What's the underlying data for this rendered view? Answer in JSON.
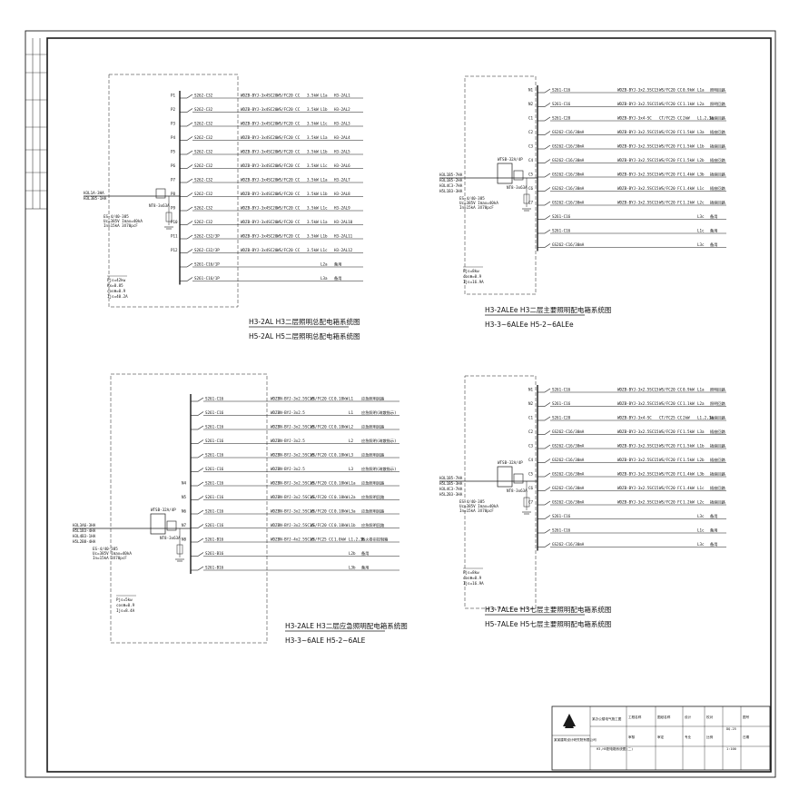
{
  "panels": {
    "tl": {
      "title1": "H3-2AL  H3二层照明总配电箱系统图",
      "title2": "H5-2AL  H5二层照明总配电箱系统图",
      "breaker_main": "NT8-3x63A",
      "spd": "ES-4/40-385",
      "spd_detail": "Uc=385V Imax=40kA",
      "spd_detail2": "In=15kA  3X70pcF",
      "params": [
        "Pjs=42kw",
        "Kx=0.85",
        "cosΦ=0.9",
        "Ijs=40.2A"
      ],
      "incoming": [
        "H3L1A-3HA",
        "H3L3B5-1HA"
      ],
      "feeders": [
        {
          "id": "P1",
          "breaker": "S262-C32",
          "cable": "WDZB-BYJ-3x4SC20",
          "route": "WS/FC20 CC",
          "power": "3.5kW",
          "phase": "L1a",
          "dest": "H3-2AL1"
        },
        {
          "id": "P2",
          "breaker": "S262-C32",
          "cable": "WDZB-BYJ-3x4SC20",
          "route": "WS/FC20 CC",
          "power": "3.5kW",
          "phase": "L1b",
          "dest": "H3-2AL2"
        },
        {
          "id": "P3",
          "breaker": "S262-C32",
          "cable": "WDZB-BYJ-3x4SC20",
          "route": "WS/FC20 CC",
          "power": "3.5kW",
          "phase": "L1c",
          "dest": "H3-2AL3"
        },
        {
          "id": "P4",
          "breaker": "S262-C32",
          "cable": "WDZB-BYJ-3x4SC20",
          "route": "WS/FC20 CC",
          "power": "3.5kW",
          "phase": "L1a",
          "dest": "H3-2AL4"
        },
        {
          "id": "P5",
          "breaker": "S262-C32",
          "cable": "WDZB-BYJ-3x4SC20",
          "route": "WS/FC20 CC",
          "power": "3.5kW",
          "phase": "L1b",
          "dest": "H3-2AL5"
        },
        {
          "id": "P6",
          "breaker": "S262-C32",
          "cable": "WDZB-BYJ-3x4SC20",
          "route": "WS/FC20 CC",
          "power": "3.5kW",
          "phase": "L1c",
          "dest": "H3-2AL6"
        },
        {
          "id": "P7",
          "breaker": "S262-C32",
          "cable": "WDZB-BYJ-3x4SC20",
          "route": "WS/FC20 CC",
          "power": "3.5kW",
          "phase": "L1a",
          "dest": "H3-2AL7"
        },
        {
          "id": "P8",
          "breaker": "S262-C32",
          "cable": "WDZB-BYJ-3x4SC20",
          "route": "WS/FC20 CC",
          "power": "3.5kW",
          "phase": "L1b",
          "dest": "H3-2AL8"
        },
        {
          "id": "P9",
          "breaker": "S262-C32",
          "cable": "WDZB-BYJ-3x4SC20",
          "route": "WS/FC20 CC",
          "power": "3.5kW",
          "phase": "L1c",
          "dest": "H3-2AL9"
        },
        {
          "id": "P10",
          "breaker": "S262-C32",
          "cable": "WDZB-BYJ-3x4SC20",
          "route": "WS/FC20 CC",
          "power": "3.5kW",
          "phase": "L1a",
          "dest": "H3-2AL10"
        },
        {
          "id": "P11",
          "breaker": "S262-C32/3P",
          "cable": "WDZB-BYJ-3x4SC20",
          "route": "WS/FC20 CC",
          "power": "3.5kW",
          "phase": "L1b",
          "dest": "H3-2AL11"
        },
        {
          "id": "P12",
          "breaker": "S262-C32/3P",
          "cable": "WDZB-BYJ-3x4SC20",
          "route": "WS/FC20 CC",
          "power": "3.5kW",
          "phase": "L1c",
          "dest": "H3-2AL12"
        },
        {
          "id": "",
          "breaker": "S261-C16/1P",
          "cable": "",
          "route": "",
          "power": "",
          "phase": "L2a",
          "dest": "备用"
        },
        {
          "id": "",
          "breaker": "S261-C16/1P",
          "cable": "",
          "route": "",
          "power": "",
          "phase": "L3a",
          "dest": "备用"
        }
      ]
    },
    "tr": {
      "title1": "H3-2ALEe  H3二层主要照明配电箱系统图",
      "title2": "H3-3~6ALEe  H5-2~6ALEe",
      "breaker_main": "NT8-3x63A",
      "atse": "WTSB-32A/4P",
      "spd": "ES-4/40-385",
      "spd_detail": "Uc=385V Imax=40kA",
      "spd_detail2": "In=15kA  3X70pcF",
      "params": [
        "Pjs=8kw",
        "cosΦ=0.9",
        "Ijs=16.9A"
      ],
      "incoming": [
        "H3L1B5-7HA",
        "H3L1B5-2HA",
        "H3L4C3-7HA",
        "H5L1B3-3HA"
      ],
      "feeders": [
        {
          "id": "N1",
          "breaker": "S261-C16",
          "cable": "WDZB-BYJ-3x2.5SC15",
          "route": "WS/FC20 CC",
          "power": "0.9kW",
          "phase": "L1a",
          "dest": "照明回路"
        },
        {
          "id": "N2",
          "breaker": "S261-C16",
          "cable": "WDZB-BYJ-3x2.5SC15",
          "route": "WS/FC20 CC",
          "power": "1.1kW",
          "phase": "L2a",
          "dest": "照明回路"
        },
        {
          "id": "C1",
          "breaker": "S261-C20",
          "cable": "WDZB-BYJ-3x4-SC",
          "route": "CT/FC25 CC",
          "power": "2kW",
          "phase": "L1,2,3a",
          "dest": "插座回路"
        },
        {
          "id": "C2",
          "breaker": "GS262-C16/30mA",
          "cable": "WDZB-BYJ-3x2.5SC15",
          "route": "WS/FC20 FC",
          "power": "1.5kW",
          "phase": "L3a",
          "dest": "插座回路"
        },
        {
          "id": "C3",
          "breaker": "GS262-C16/30mA",
          "cable": "WDZB-BYJ-3x2.5SC15",
          "route": "WS/FC20 FC",
          "power": "1.5kW",
          "phase": "L1b",
          "dest": "插座回路"
        },
        {
          "id": "C4",
          "breaker": "GS262-C16/30mA",
          "cable": "WDZB-BYJ-3x2.5SC15",
          "route": "WS/FC20 FC",
          "power": "1.5kW",
          "phase": "L2b",
          "dest": "插座回路"
        },
        {
          "id": "C5",
          "breaker": "GS262-C16/30mA",
          "cable": "WDZB-BYJ-3x2.5SC15",
          "route": "WS/FC20 FC",
          "power": "1.4kW",
          "phase": "L3b",
          "dest": "插座回路"
        },
        {
          "id": "C6",
          "breaker": "GS262-C16/30mA",
          "cable": "WDZB-BYJ-3x2.5SC15",
          "route": "WS/FC20 FC",
          "power": "1.4kW",
          "phase": "L1c",
          "dest": "插座回路"
        },
        {
          "id": "C7",
          "breaker": "GS262-C16/30mA",
          "cable": "WDZB-BYJ-3x2.5SC15",
          "route": "WS/FC20 FC",
          "power": "1.2kW",
          "phase": "L2c",
          "dest": "插座回路"
        },
        {
          "id": "",
          "breaker": "S261-C16",
          "cable": "",
          "route": "",
          "power": "",
          "phase": "L3c",
          "dest": "备用"
        },
        {
          "id": "",
          "breaker": "S261-C16",
          "cable": "",
          "route": "",
          "power": "",
          "phase": "L1c",
          "dest": "备用"
        },
        {
          "id": "",
          "breaker": "GS262-C16/30mA",
          "cable": "",
          "route": "",
          "power": "",
          "phase": "L3c",
          "dest": "备用"
        }
      ]
    },
    "bl": {
      "title1": "H3-2ALE  H3二层应急照明配电箱系统图",
      "title2": "H3-3~6ALE  H5-2~6ALE",
      "breaker_main": "NT8-3x63A",
      "atse": "WTSB-32A/4P",
      "spd": "ES-4/40-385",
      "spd_detail": "Uc=385V Imax=40kA",
      "spd_detail2": "In=15kA  3X70pcF",
      "params": [
        "Pjs=5kw",
        "cosΦ=0.9",
        "Ijs=8.4A"
      ],
      "incoming": [
        "H3L3A6-3HA",
        "H5L1B3-4HA",
        "H3L4B3-1HA",
        "H5L2B8-4HA"
      ],
      "feeders": [
        {
          "id": "",
          "breaker": "S261-C16",
          "cable": "WDZBN-BYJ-3x2.5SC15",
          "route": "WS/FC20 CC",
          "power": "0.18kW",
          "phase": "L1",
          "dest": "应急照明回路"
        },
        {
          "id": "",
          "breaker": "S261-C16",
          "cable": "WDZBN-BYJ-3x2.5",
          "route": "",
          "power": "",
          "phase": "L1",
          "dest": "应急照明(疏散指示)"
        },
        {
          "id": "",
          "breaker": "S261-C16",
          "cable": "WDZBN-BYJ-3x2.5SC15",
          "route": "WS/FC20 CC",
          "power": "0.18kW",
          "phase": "L2",
          "dest": "应急照明回路"
        },
        {
          "id": "",
          "breaker": "S261-C16",
          "cable": "WDZBN-BYJ-3x2.5",
          "route": "",
          "power": "",
          "phase": "L2",
          "dest": "应急照明(疏散指示)"
        },
        {
          "id": "",
          "breaker": "S261-C16",
          "cable": "WDZBN-BYJ-3x2.5SC15",
          "route": "WS/FC20 CC",
          "power": "0.18kW",
          "phase": "L3",
          "dest": "应急照明回路"
        },
        {
          "id": "",
          "breaker": "S261-C16",
          "cable": "WDZBN-BYJ-3x2.5",
          "route": "",
          "power": "",
          "phase": "L3",
          "dest": "应急照明(疏散指示)"
        },
        {
          "id": "N4",
          "breaker": "S261-C16",
          "cable": "WDZBN-BYJ-3x2.5SC15",
          "route": "WS/FC20 CC",
          "power": "0.18kW",
          "phase": "L1a",
          "dest": "应急照明回路"
        },
        {
          "id": "N5",
          "breaker": "S261-C16",
          "cable": "WDZBN-BYJ-3x2.5SC15",
          "route": "WS/FC20 CC",
          "power": "0.18kW",
          "phase": "L2a",
          "dest": "应急照明回路"
        },
        {
          "id": "N6",
          "breaker": "S261-C16",
          "cable": "WDZBN-BYJ-3x2.5SC15",
          "route": "WS/FC20 CC",
          "power": "0.18kW",
          "phase": "L3a",
          "dest": "应急照明回路"
        },
        {
          "id": "N7",
          "breaker": "S261-C16",
          "cable": "WDZBN-BYJ-3x2.5SC15",
          "route": "WS/FC20 CC",
          "power": "0.18kW",
          "phase": "L1b",
          "dest": "应急照明回路"
        },
        {
          "id": "N8",
          "breaker": "S261-B16",
          "cable": "WDZBN-BYJ-4x2.5SC15",
          "route": "WS/FC25 CC",
          "power": "1.0kW",
          "phase": "L1,2,3b",
          "dest": "防火卷帘控制箱"
        },
        {
          "id": "",
          "breaker": "S261-B16",
          "cable": "",
          "route": "",
          "power": "",
          "phase": "L2b",
          "dest": "备用"
        },
        {
          "id": "",
          "breaker": "S261-B16",
          "cable": "",
          "route": "",
          "power": "",
          "phase": "L3b",
          "dest": "备用"
        }
      ]
    },
    "br": {
      "title1": "H3-7ALEe  H3七层主要照明配电箱系统图",
      "title2": "H5-7ALEe  H5七层主要照明配电箱系统图",
      "breaker_main": "NT8-3x63A",
      "atse": "WTSB-32A/4P",
      "spd": "ES-4/40-385",
      "spd_detail": "Uc=385V Imax=40kA",
      "spd_detail2": "In=15kA  3X70pcF",
      "params": [
        "Pjs=8kw",
        "cosΦ=0.9",
        "Ijs=16.9A"
      ],
      "incoming": [
        "H3L1B5-7HA",
        "H5L1B5-3HA",
        "H3L4C3-7HA",
        "H5L2B3-3HA"
      ],
      "feeders": [
        {
          "id": "N1",
          "breaker": "S261-C16",
          "cable": "WDZB-BYJ-3x2.5SC15",
          "route": "WS/FC20 CC",
          "power": "0.9kW",
          "phase": "L1a",
          "dest": "照明回路"
        },
        {
          "id": "N2",
          "breaker": "S261-C16",
          "cable": "WDZB-BYJ-3x2.5SC15",
          "route": "WS/FC20 CC",
          "power": "1.1kW",
          "phase": "L2a",
          "dest": "照明回路"
        },
        {
          "id": "C1",
          "breaker": "S261-C20",
          "cable": "WDZB-BYJ-3x4-SC",
          "route": "CT/FC25 CC",
          "power": "2kW",
          "phase": "L1,2,3a",
          "dest": "插座回路"
        },
        {
          "id": "C2",
          "breaker": "GS262-C16/30mA",
          "cable": "WDZB-BYJ-3x2.5SC15",
          "route": "WS/FC20 FC",
          "power": "1.5kW",
          "phase": "L3a",
          "dest": "插座回路"
        },
        {
          "id": "C3",
          "breaker": "GS262-C16/30mA",
          "cable": "WDZB-BYJ-3x2.5SC15",
          "route": "WS/FC20 FC",
          "power": "1.5kW",
          "phase": "L1b",
          "dest": "插座回路"
        },
        {
          "id": "C4",
          "breaker": "GS262-C16/30mA",
          "cable": "WDZB-BYJ-3x2.5SC15",
          "route": "WS/FC20 FC",
          "power": "1.5kW",
          "phase": "L2b",
          "dest": "插座回路"
        },
        {
          "id": "C5",
          "breaker": "GS262-C16/30mA",
          "cable": "WDZB-BYJ-3x2.5SC15",
          "route": "WS/FC20 FC",
          "power": "1.4kW",
          "phase": "L3b",
          "dest": "插座回路"
        },
        {
          "id": "C6",
          "breaker": "GS262-C16/30mA",
          "cable": "WDZB-BYJ-3x2.5SC15",
          "route": "WS/FC20 FC",
          "power": "1.4kW",
          "phase": "L1c",
          "dest": "插座回路"
        },
        {
          "id": "C7",
          "breaker": "GS262-C16/30mA",
          "cable": "WDZB-BYJ-3x2.5SC15",
          "route": "WS/FC20 FC",
          "power": "1.2kW",
          "phase": "L2c",
          "dest": "插座回路"
        },
        {
          "id": "",
          "breaker": "S261-C16",
          "cable": "",
          "route": "",
          "power": "",
          "phase": "L3c",
          "dest": "备用"
        },
        {
          "id": "",
          "breaker": "S261-C16",
          "cable": "",
          "route": "",
          "power": "",
          "phase": "L1c",
          "dest": "备用"
        },
        {
          "id": "",
          "breaker": "GS262-C16/30mA",
          "cable": "",
          "route": "",
          "power": "",
          "phase": "L3c",
          "dest": "备用"
        }
      ]
    }
  },
  "title_block": {
    "company": "某某建筑设计研究院有限公司",
    "project": "某办公楼电气施工图",
    "drawing": "H3,H5配电箱系统图(二)",
    "drawing_no": "DQ-25",
    "scale": "1:100",
    "labels": [
      "工程名称",
      "图纸名称",
      "设计",
      "校对",
      "审核",
      "审定",
      "专业",
      "比例",
      "图号",
      "日期"
    ]
  },
  "colors": {
    "line": "#1a1a1a",
    "paper": "#ffffff"
  }
}
